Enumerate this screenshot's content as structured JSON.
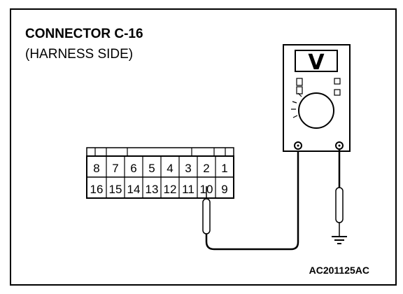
{
  "diagram": {
    "title": "CONNECTOR C-16",
    "subtitle": "(HARNESS SIDE)",
    "reference_code": "AC201125AC"
  },
  "connector": {
    "top_row_pins": [
      "8",
      "7",
      "6",
      "5",
      "4",
      "3",
      "2",
      "1"
    ],
    "bottom_row_pins": [
      "16",
      "15",
      "14",
      "13",
      "12",
      "11",
      "10",
      "9"
    ],
    "probed_pin": "10"
  },
  "meter": {
    "display_symbol": "V",
    "icon": "voltmeter-icon"
  },
  "ground": {
    "icon": "ground-symbol-icon"
  }
}
